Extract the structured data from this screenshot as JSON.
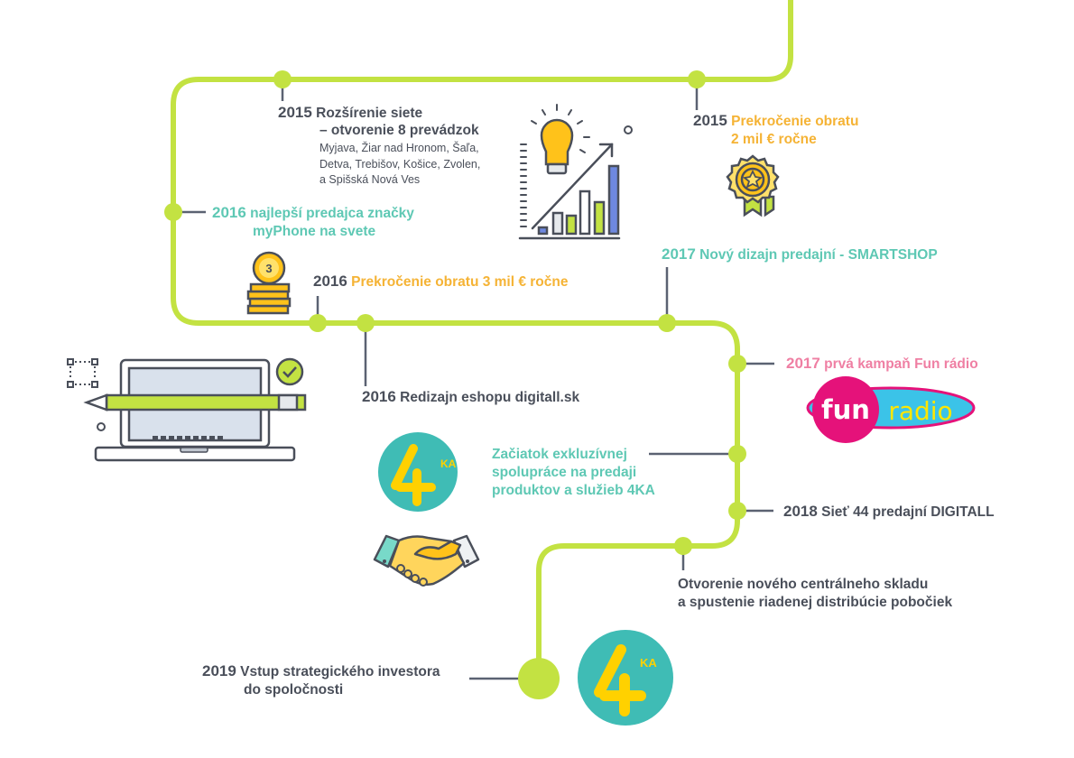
{
  "colors": {
    "line": "#c3e242",
    "connector": "#5b6272",
    "dark_text": "#4a4f5a",
    "teal": "#5ec8b4",
    "orange": "#f5b335",
    "pink": "#ef7fa3",
    "fourka_circle": "#3fbcb5",
    "fourka_symbol": "#ffd100",
    "fun_pink": "#e5127a",
    "fun_blue": "#3bc3e8"
  },
  "events": [
    {
      "year": "2015",
      "title_lines": [
        "Rozšírenie siete",
        "– otvorenie 8 prevádzok"
      ],
      "detail_lines": [
        "Myjava, Žiar nad Hronom, Šaľa,",
        "Detva, Trebišov, Košice, Zvolen,",
        "a Spišská Nová Ves"
      ]
    },
    {
      "year": "2015",
      "title_lines": [
        "Prekročenie obratu",
        "2 mil € ročne"
      ]
    },
    {
      "year": "2016",
      "title_lines": [
        "najlepší predajca značky",
        "myPhone na svete"
      ]
    },
    {
      "year": "2016",
      "title_lines": [
        "Prekročenie obratu 3 mil € ročne"
      ]
    },
    {
      "year": "2017",
      "title_lines": [
        "Nový dizajn predajní - SMARTSHOP"
      ]
    },
    {
      "year": "2016",
      "title_lines": [
        "Redizajn eshopu digitall.sk"
      ]
    },
    {
      "year": "2017",
      "title_lines": [
        "prvá kampaň Fun rádio"
      ]
    },
    {
      "year": "",
      "title_lines": [
        "Začiatok exkluzívnej",
        "spolupráce na predaji",
        "produktov a služieb 4KA"
      ]
    },
    {
      "year": "2018",
      "title_lines": [
        "Sieť 44 predajní DIGITALL"
      ]
    },
    {
      "year": "",
      "title_lines": [
        "Otvorenie nového centrálneho skladu",
        "a spustenie riadenej distribúcie pobočiek"
      ]
    },
    {
      "year": "2019",
      "title_lines": [
        "Vstup strategického investora",
        "do spoločnosti"
      ]
    }
  ],
  "icons": {
    "coin_number": "3",
    "fun_word": "fun",
    "radio_word": "radio",
    "fourka_digit": "4",
    "fourka_plus": "+",
    "fourka_ka": "KA",
    "names": [
      "lightbulb-growth-chart-icon",
      "award-badge-icon",
      "coin-stack-icon",
      "laptop-redesign-icon",
      "fun-radio-logo",
      "fourka-logo",
      "handshake-icon"
    ]
  }
}
